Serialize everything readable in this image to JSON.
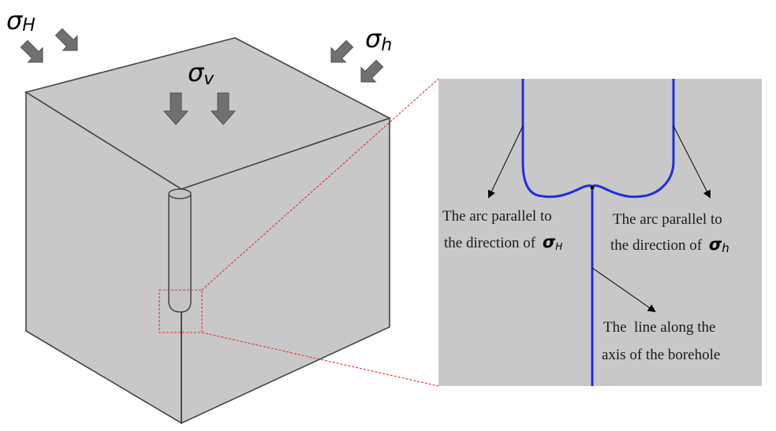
{
  "stresses": {
    "max_horizontal": {
      "symbol": "σ",
      "subscript": "H"
    },
    "min_horizontal": {
      "symbol": "σ",
      "subscript": "h"
    },
    "vertical": {
      "symbol": "σ",
      "subscript": "v"
    }
  },
  "annotations": {
    "arc_H": {
      "line1": "The arc parallel to",
      "line2": "the direction of",
      "symbol": "σ",
      "subscript": "H"
    },
    "arc_h": {
      "line1": "The arc parallel to",
      "line2": "the direction of",
      "symbol": "σ",
      "subscript": "h"
    },
    "axis_line": {
      "line1": "The  line along the",
      "line2": "axis of the borehole"
    }
  },
  "colors": {
    "block_fill": "#c8c8c8",
    "edge": "#444444",
    "arrow_fill": "#707070",
    "path_blue": "#1f2fe0",
    "zoom_dash": "#e03030",
    "panel_fill": "#c8c8c8"
  }
}
